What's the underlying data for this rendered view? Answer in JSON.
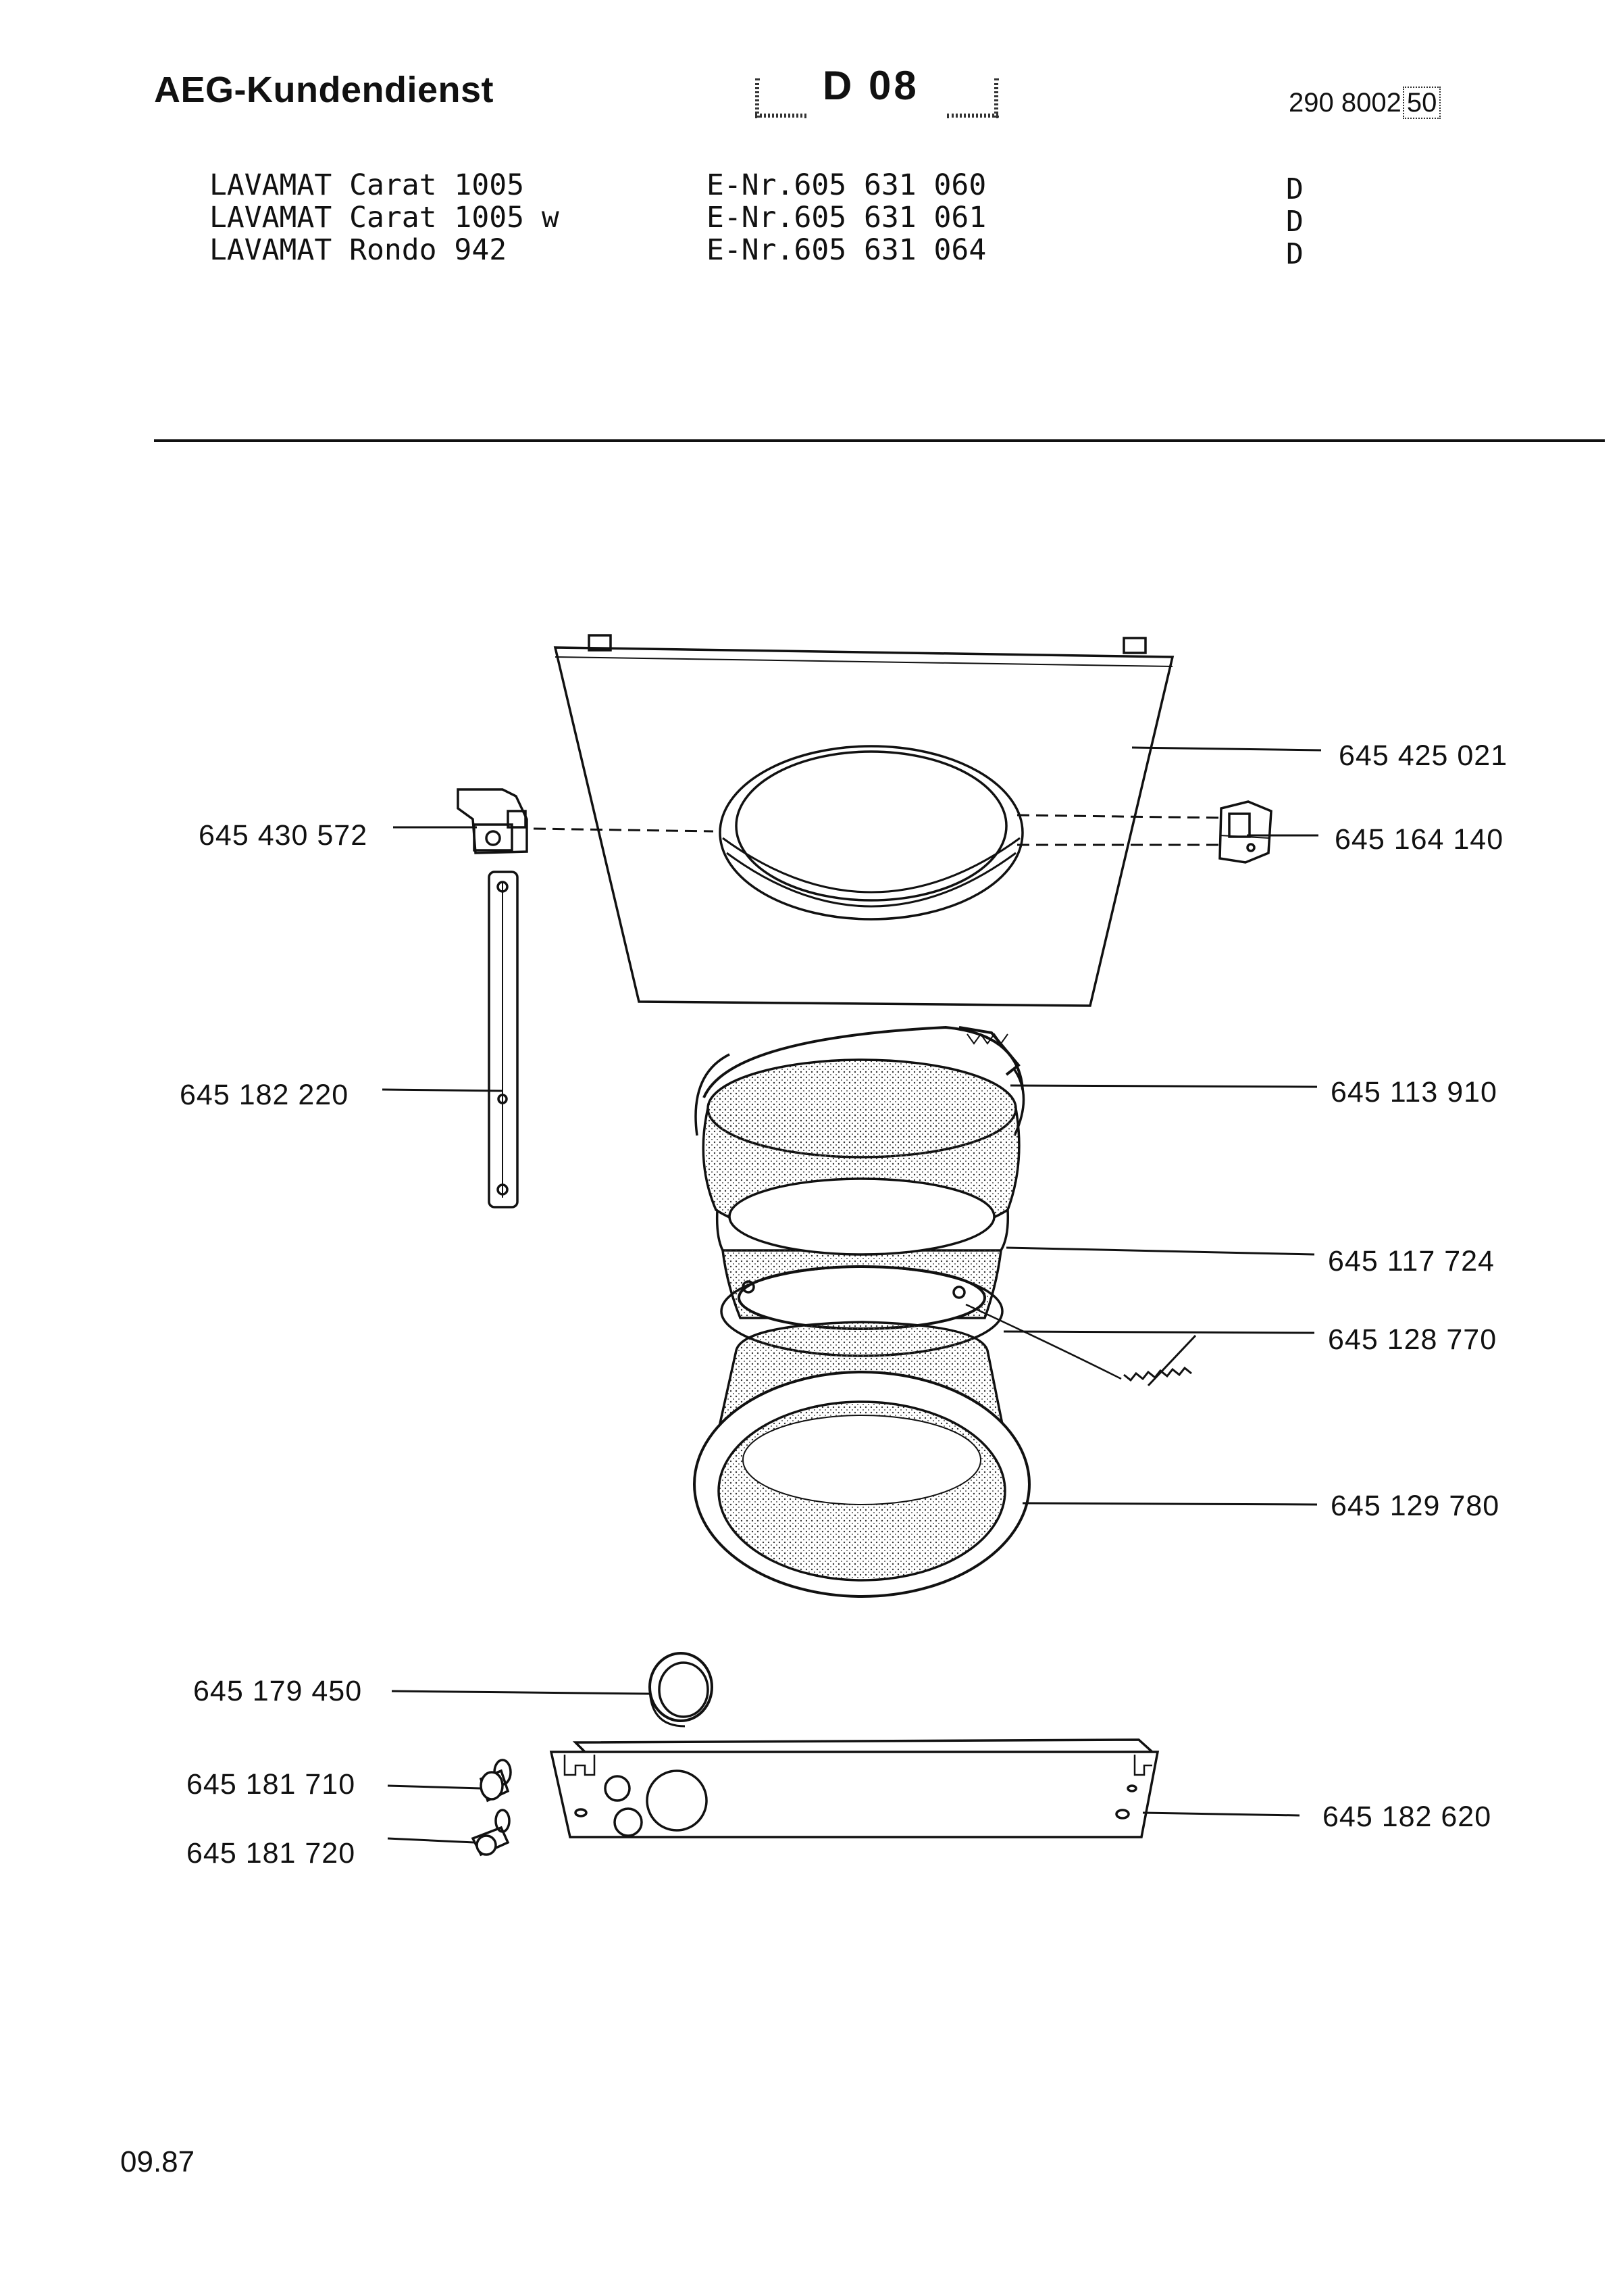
{
  "header": {
    "brand": "AEG-Kundendienst",
    "section_code": "D 08",
    "doc_number": "290 8002",
    "doc_suffix": "50"
  },
  "models": [
    {
      "name": "LAVAMAT Carat 1005",
      "enr": "E-Nr.605 631 060",
      "country": "D"
    },
    {
      "name": "LAVAMAT Carat 1005 w",
      "enr": "E-Nr.605 631 061",
      "country": "D"
    },
    {
      "name": "LAVAMAT Rondo 942",
      "enr": "E-Nr.605 631 064",
      "country": "D"
    }
  ],
  "parts": {
    "front_panel": "645 425 021",
    "door_lock_right": "645 164 140",
    "door_hinge_left": "645 430 572",
    "hinge_bar": "645 182 220",
    "door_seal_clamp": "645 113 910",
    "door_seal": "645 117 724",
    "seal_spring": "645 128 770",
    "door_funnel": "645 129 780",
    "sleeve_ring": "645 179 450",
    "knob_a": "645 181 710",
    "knob_b": "645 181 720",
    "bottom_panel": "645 182 620"
  },
  "footer": {
    "date": "09.87"
  }
}
